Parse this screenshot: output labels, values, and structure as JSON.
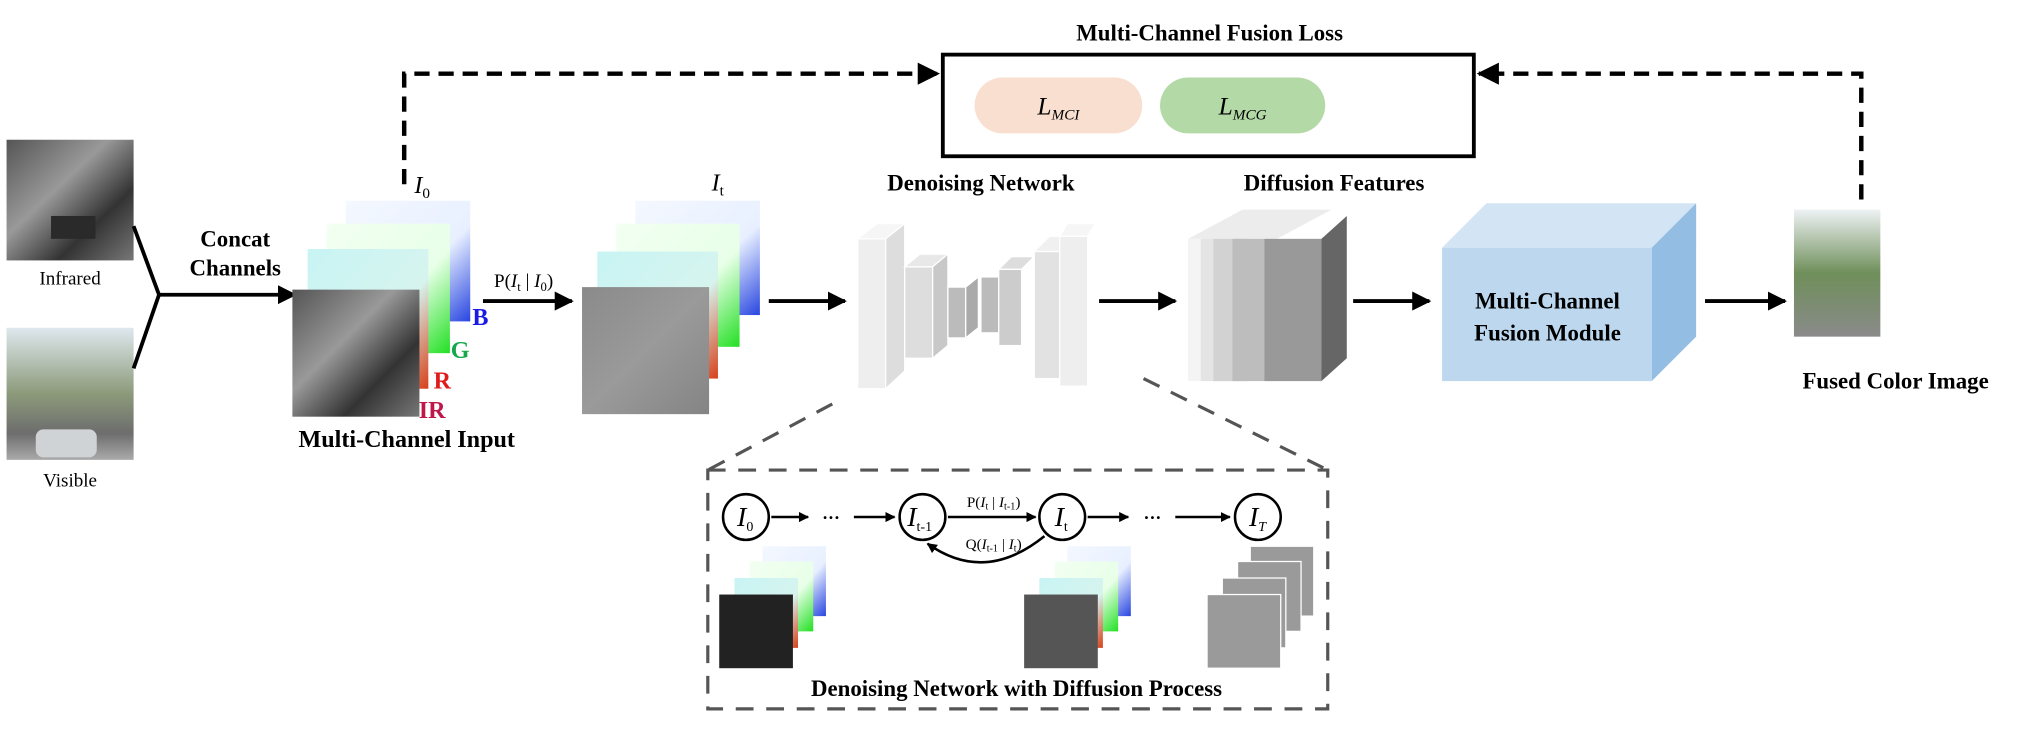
{
  "inputs": {
    "infrared_label": "Infrared",
    "visible_label": "Visible",
    "concat_line1": "Concat",
    "concat_line2": "Channels"
  },
  "multichannel": {
    "title": "Multi-Channel Input",
    "i0_label": "I",
    "i0_sub": "0",
    "channels": [
      {
        "label": "B",
        "color": "#1a1ae6"
      },
      {
        "label": "G",
        "color": "#13a84a"
      },
      {
        "label": "R",
        "color": "#e01b1b"
      },
      {
        "label": "IR",
        "color": "#c0174a"
      }
    ]
  },
  "forward": {
    "label_p": "P(",
    "label_it": "I",
    "label_t": "t",
    "label_bar": " | ",
    "label_i0": "I",
    "label_0": "0",
    "label_close": ")",
    "it_label": "I",
    "it_sub": "t"
  },
  "denoising": {
    "title": "Denoising Network"
  },
  "features": {
    "title": "Diffusion Features"
  },
  "fusion_module": {
    "line1": "Multi-Channel",
    "line2": "Fusion Module",
    "color": "#bcd7ee"
  },
  "output": {
    "label": "Fused Color Image"
  },
  "loss": {
    "title": "Multi-Channel Fusion Loss",
    "terms": [
      {
        "main": "L",
        "sub": "MCI",
        "color": "#f9dfd0"
      },
      {
        "main": "L",
        "sub": "MCG",
        "color": "#b3d9a6"
      }
    ]
  },
  "process": {
    "title": "Denoising Network with Diffusion Process",
    "nodes": [
      {
        "main": "I",
        "sub": "0"
      },
      {
        "main": "I",
        "sub": "t-1"
      },
      {
        "main": "I",
        "sub": "t"
      },
      {
        "main": "I",
        "sub": "T"
      }
    ],
    "ellipsis": "···",
    "p_label": {
      "pre": "P(",
      "a": "I",
      "a_sub": "t",
      "mid": " | ",
      "b": "I",
      "b_sub": "t-1",
      "post": ")"
    },
    "q_label": {
      "pre": "Q(",
      "a": "I",
      "a_sub": "t-1",
      "mid": " | ",
      "b": "I",
      "b_sub": "t",
      "post": ")"
    }
  }
}
